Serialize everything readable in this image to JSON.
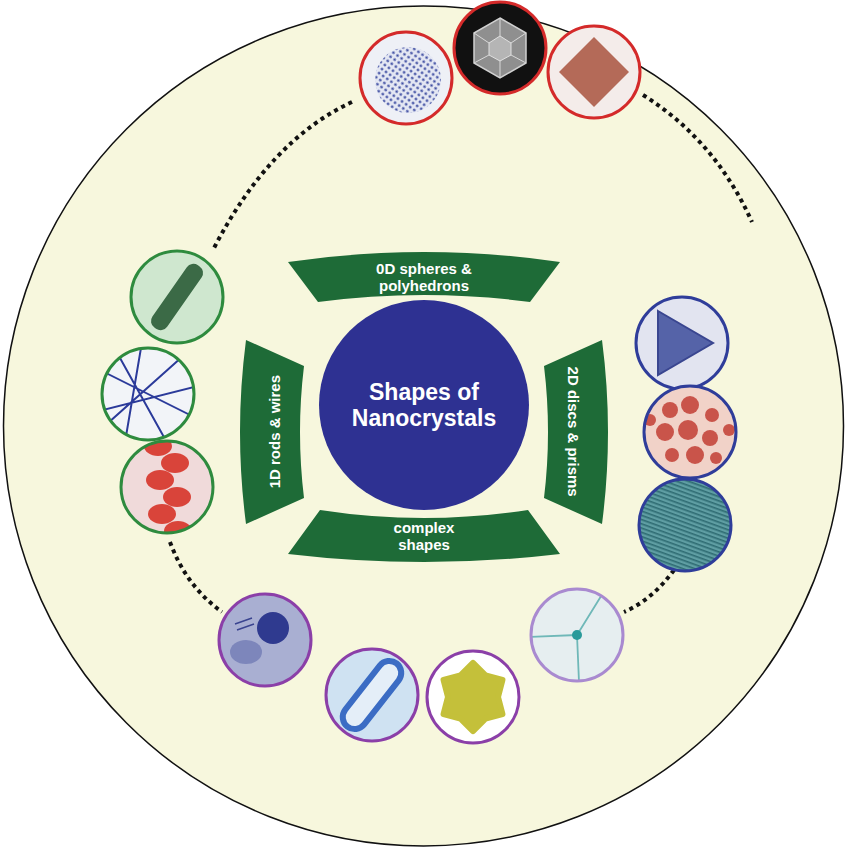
{
  "diagram": {
    "nodes": [
      {
        "text": [
          "Shapes of Nanocrystals"
        ]
      },
      {
        "text": [
          "0D spheres & polyhedrons"
        ]
      },
      {
        "text": [
          "1D rods & wires"
        ]
      },
      {
        "text": [
          "2D discs & prisms"
        ]
      },
      {
        "text": [
          "complex shapes"
        ]
      }
    ]
  }
}
